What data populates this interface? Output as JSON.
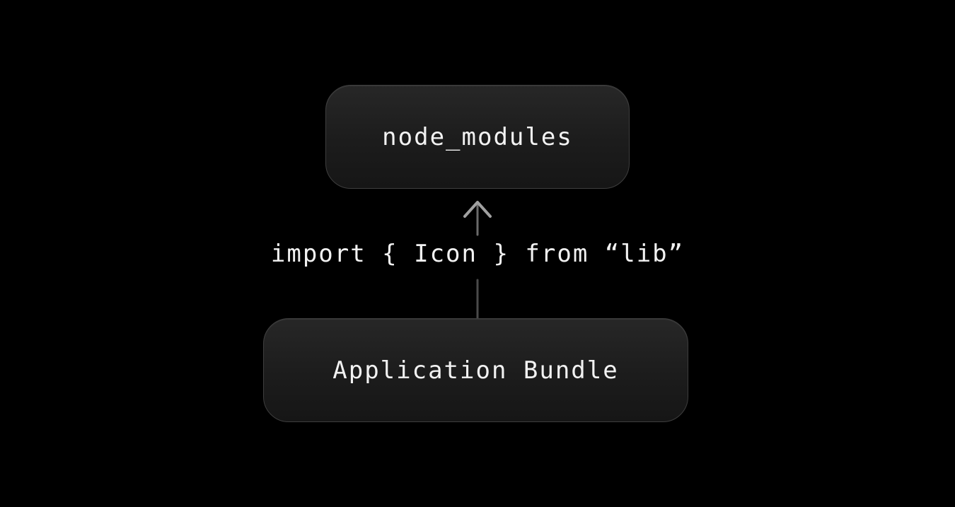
{
  "diagram": {
    "nodes": {
      "node_modules": {
        "label": "node_modules"
      },
      "application_bundle": {
        "label": "Application Bundle"
      }
    },
    "edge": {
      "label": "import { Icon } from “lib”",
      "direction": "up"
    }
  },
  "colors": {
    "background": "#000000",
    "box_fill_top": "#272727",
    "box_fill_bottom": "#161616",
    "box_border": "#3e3e3e",
    "text": "#f2f2f2",
    "arrow_head": "#a0a0a0",
    "arrow_line_upper": "#6b6b6b",
    "arrow_line_lower": "#4a4a4a"
  }
}
